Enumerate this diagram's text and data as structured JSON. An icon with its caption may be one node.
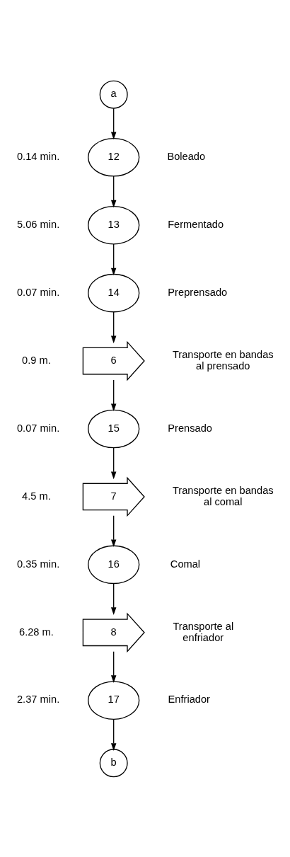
{
  "diagram": {
    "nodes": [
      {
        "text": [
          "a"
        ]
      },
      {
        "text": [
          "12"
        ],
        "beside": [
          "0.14 min.",
          "Boleado"
        ]
      },
      {
        "text": [
          "13"
        ],
        "beside": [
          "5.06 min.",
          "Fermentado"
        ]
      },
      {
        "text": [
          "14"
        ],
        "beside": [
          "0.07 min.",
          "Preprensado"
        ]
      },
      {
        "text": [
          "6"
        ],
        "beside": [
          "0.9 m.",
          "Transporte en bandas al prensado"
        ]
      },
      {
        "text": [
          "15"
        ],
        "beside": [
          "0.07 min.",
          "Prensado"
        ]
      },
      {
        "text": [
          "7"
        ],
        "beside": [
          "4.5 m.",
          "Transporte en bandas al comal"
        ]
      },
      {
        "text": [
          "16"
        ],
        "beside": [
          "0.35 min.",
          "Comal"
        ]
      },
      {
        "text": [
          "8"
        ],
        "beside": [
          "6.28 m.",
          "Transporte al enfriador"
        ]
      },
      {
        "text": [
          "17"
        ],
        "beside": [
          "2.37 min.",
          "Enfriador"
        ]
      },
      {
        "text": [
          "b"
        ]
      }
    ],
    "edges": [
      {
        "from": 0,
        "to": 1,
        "arrow": "to"
      },
      {
        "from": 1,
        "to": 2,
        "arrow": "to"
      },
      {
        "from": 2,
        "to": 3,
        "arrow": "to"
      },
      {
        "from": 3,
        "to": 4,
        "arrow": "to"
      },
      {
        "from": 4,
        "to": 5,
        "arrow": "to"
      },
      {
        "from": 5,
        "to": 6,
        "arrow": "to"
      },
      {
        "from": 6,
        "to": 7,
        "arrow": "to"
      },
      {
        "from": 7,
        "to": 8,
        "arrow": "to"
      },
      {
        "from": 8,
        "to": 9,
        "arrow": "to"
      },
      {
        "from": 9,
        "to": 10,
        "arrow": "to"
      }
    ]
  }
}
